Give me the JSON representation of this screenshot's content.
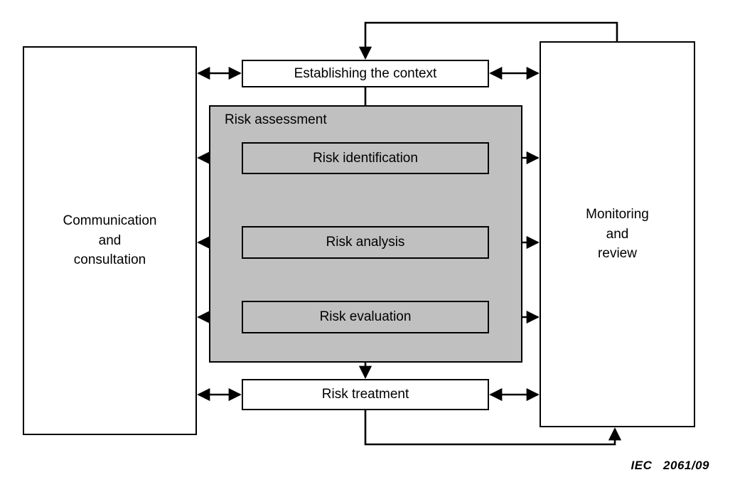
{
  "figure": {
    "caption": "IEC   2061/09",
    "background_color": "#ffffff",
    "line_color": "#000000",
    "shaded_fill": "#c0c0c0"
  },
  "side_panels": {
    "left": {
      "name": "communication-and-consultation",
      "lines": [
        "Communication",
        "and",
        "consultation"
      ]
    },
    "right": {
      "name": "monitoring-and-review",
      "lines": [
        "Monitoring",
        "and",
        "review"
      ]
    }
  },
  "group": {
    "label": "Risk assessment"
  },
  "steps": [
    {
      "id": "establishing-context",
      "label": "Establishing the context",
      "shaded": false
    },
    {
      "id": "risk-identification",
      "label": "Risk identification",
      "shaded": true
    },
    {
      "id": "risk-analysis",
      "label": "Risk analysis",
      "shaded": true
    },
    {
      "id": "risk-evaluation",
      "label": "Risk evaluation",
      "shaded": true
    },
    {
      "id": "risk-treatment",
      "label": "Risk treatment",
      "shaded": false
    }
  ]
}
